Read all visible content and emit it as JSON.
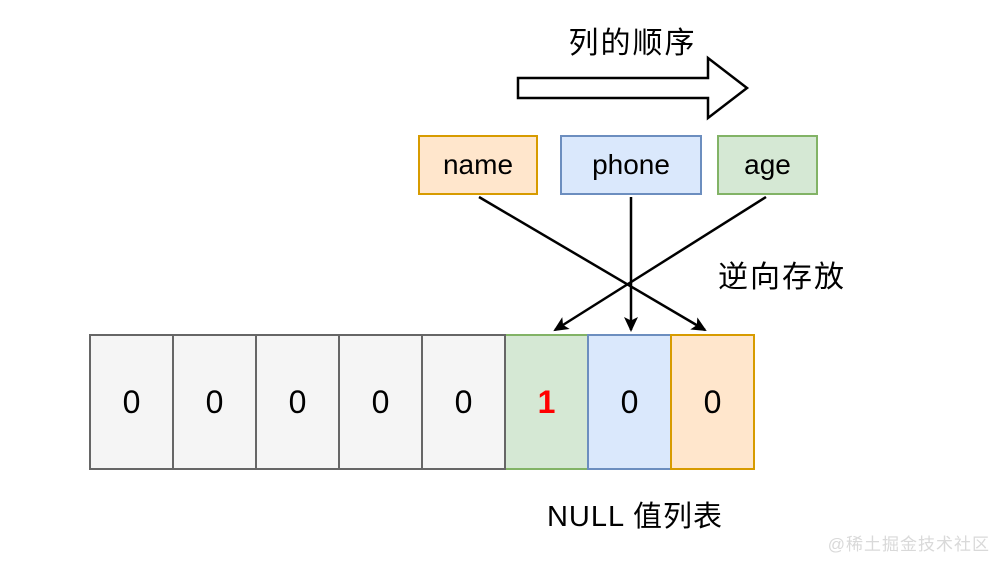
{
  "diagram": {
    "title": "列的顺序",
    "reverse_store_label": "逆向存放",
    "null_list_label": "NULL 值列表",
    "watermark": "@稀土掘金技术社区",
    "columns": [
      {
        "name": "name",
        "fill": "#ffe6cc",
        "border": "#d79b00"
      },
      {
        "name": "phone",
        "fill": "#dae8fc",
        "border": "#6c8ebf"
      },
      {
        "name": "age",
        "fill": "#d5e8d4",
        "border": "#82b366"
      }
    ],
    "null_bitmap": {
      "cells": [
        {
          "value": "0",
          "style": "grey"
        },
        {
          "value": "0",
          "style": "grey"
        },
        {
          "value": "0",
          "style": "grey"
        },
        {
          "value": "0",
          "style": "grey"
        },
        {
          "value": "0",
          "style": "grey"
        },
        {
          "value": "1",
          "style": "green",
          "value_color": "#ff0000"
        },
        {
          "value": "0",
          "style": "blue"
        },
        {
          "value": "0",
          "style": "orange"
        }
      ]
    },
    "colors": {
      "grey_fill": "#f5f5f5",
      "grey_border": "#666666",
      "green_fill": "#d5e8d4",
      "green_border": "#82b366",
      "blue_fill": "#dae8fc",
      "blue_border": "#6c8ebf",
      "orange_fill": "#ffe6cc",
      "orange_border": "#d79b00",
      "arrow": "#000000",
      "highlight_red": "#ff0000",
      "watermark_grey": "#d9d9d9"
    }
  }
}
